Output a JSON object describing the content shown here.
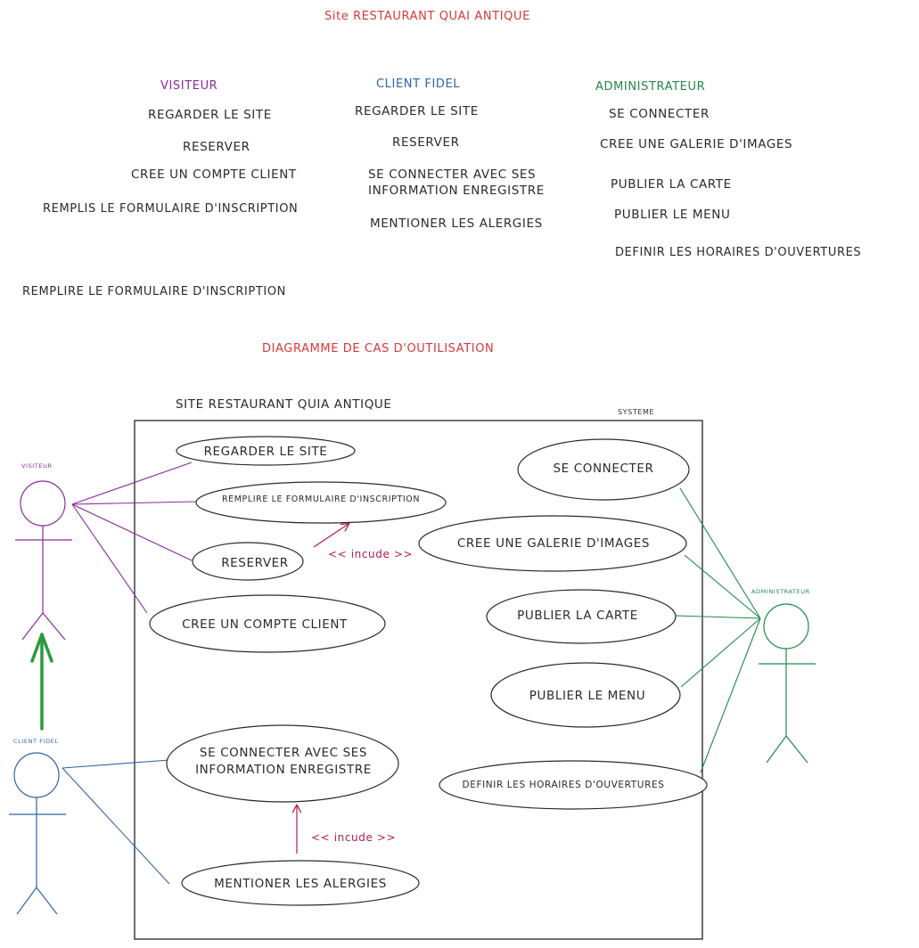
{
  "page_title": "Site RESTAURANT QUAI ANTIQUE",
  "columns": {
    "visiteur": {
      "heading": "VISITEUR",
      "items": [
        "REGARDER LE SITE",
        "RESERVER",
        "CREE UN COMPTE CLIENT",
        "REMPLIS LE FORMULAIRE D'INSCRIPTION"
      ]
    },
    "client": {
      "heading": "CLIENT FIDEL",
      "items": [
        "REGARDER LE SITE",
        "RESERVER",
        "SE CONNECTER AVEC SES",
        "INFORMATION ENREGISTRE",
        "MENTIONER LES ALERGIES"
      ]
    },
    "admin": {
      "heading": "ADMINISTRATEUR",
      "items": [
        "SE CONNECTER",
        "CREE UNE GALERIE D'IMAGES",
        "PUBLIER LA CARTE",
        "PUBLIER LE MENU",
        "DEFINIR LES HORAIRES D'OUVERTURES"
      ]
    }
  },
  "extra_line": "REMPLIRE LE FORMULAIRE D'INSCRIPTION",
  "diagram_title": "DIAGRAMME DE CAS D'OUTILISATION",
  "system": {
    "name": "SITE RESTAURANT QUIA ANTIQUE",
    "tag": "SYSTEME"
  },
  "actors": {
    "visiteur": "VISITEUR",
    "client": "CLIENT FIDEL",
    "admin": "ADMINISTRATEUR"
  },
  "use_cases": {
    "regarder": "REGARDER LE SITE",
    "formulaire": "REMPLIRE LE FORMULAIRE D'INSCRIPTION",
    "reserver": "RESERVER",
    "compte": "CREE UN COMPTE CLIENT",
    "connecter_client_1": "SE CONNECTER AVEC SES",
    "connecter_client_2": "INFORMATION ENREGISTRE",
    "alergies": "MENTIONER LES ALERGIES",
    "connecter_admin": "SE CONNECTER",
    "galerie": "CREE UNE GALERIE D'IMAGES",
    "carte": "PUBLIER LA CARTE",
    "menu": "PUBLIER LE MENU",
    "horaires": "DEFINIR LES HORAIRES D'OUVERTURES"
  },
  "relations": {
    "include_1": "<< incude >>",
    "include_2": "<< incude >>"
  },
  "colors": {
    "title_red": "#d63a3a",
    "visiteur_purple": "#8a2b9e",
    "client_blue": "#2f64a8",
    "admin_green": "#1f8a4c",
    "include_crimson": "#b02050",
    "inherit_green": "#2a9a3a",
    "ink": "#2b2b2b"
  }
}
